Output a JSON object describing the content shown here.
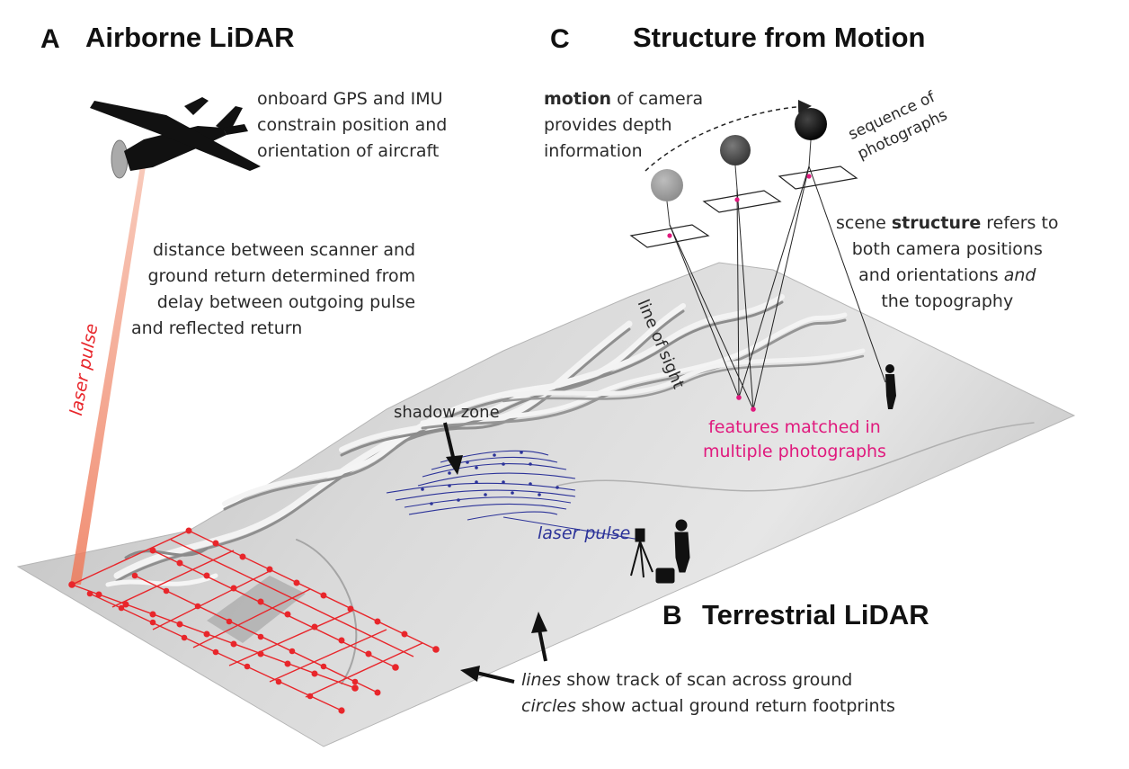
{
  "panels": {
    "airborne": {
      "letter": "A",
      "title": "Airborne LiDAR"
    },
    "sfm": {
      "letter": "C",
      "title": "Structure from Motion"
    },
    "terrestrial": {
      "letter": "B",
      "title": "Terrestrial LiDAR"
    }
  },
  "airborne": {
    "gps_line1": "onboard GPS and IMU",
    "gps_line2": "constrain position and",
    "gps_line3": "orientation of aircraft",
    "dist_line1": "distance between scanner and",
    "dist_line2": "ground return determined from",
    "dist_line3": "delay between outgoing pulse",
    "dist_line4": "and reflected return",
    "laser_pulse": "laser pulse",
    "tracks_word": "lines",
    "tracks_rest": " show track of scan across ground",
    "circles_word": "circles",
    "circles_rest": " show actual ground return footprints"
  },
  "sfm": {
    "motion_word": "motion",
    "motion_rest": " of camera",
    "motion_line2": "provides depth",
    "motion_line3": "information",
    "sequence_line1": "sequence of",
    "sequence_line2": "photographs",
    "structure_pre": "scene ",
    "structure_word": "structure",
    "structure_post": " refers to",
    "structure_line2": "both camera positions",
    "structure_line3_pre": "and orientations ",
    "structure_line3_ital": "and",
    "structure_line4": "the topography",
    "line_of_sight": "line of sight",
    "features_line1": "features matched in",
    "features_line2": "multiple photographs"
  },
  "terrestrial": {
    "shadow_zone": "shadow zone",
    "laser_pulse": "laser pulse"
  },
  "colors": {
    "airborne_scan": "#e8262b",
    "laser_beam": "#f08a6e",
    "terrestrial_scan": "#2c3399",
    "match_pink": "#e0197d",
    "terrain": "#c9c9c9"
  }
}
